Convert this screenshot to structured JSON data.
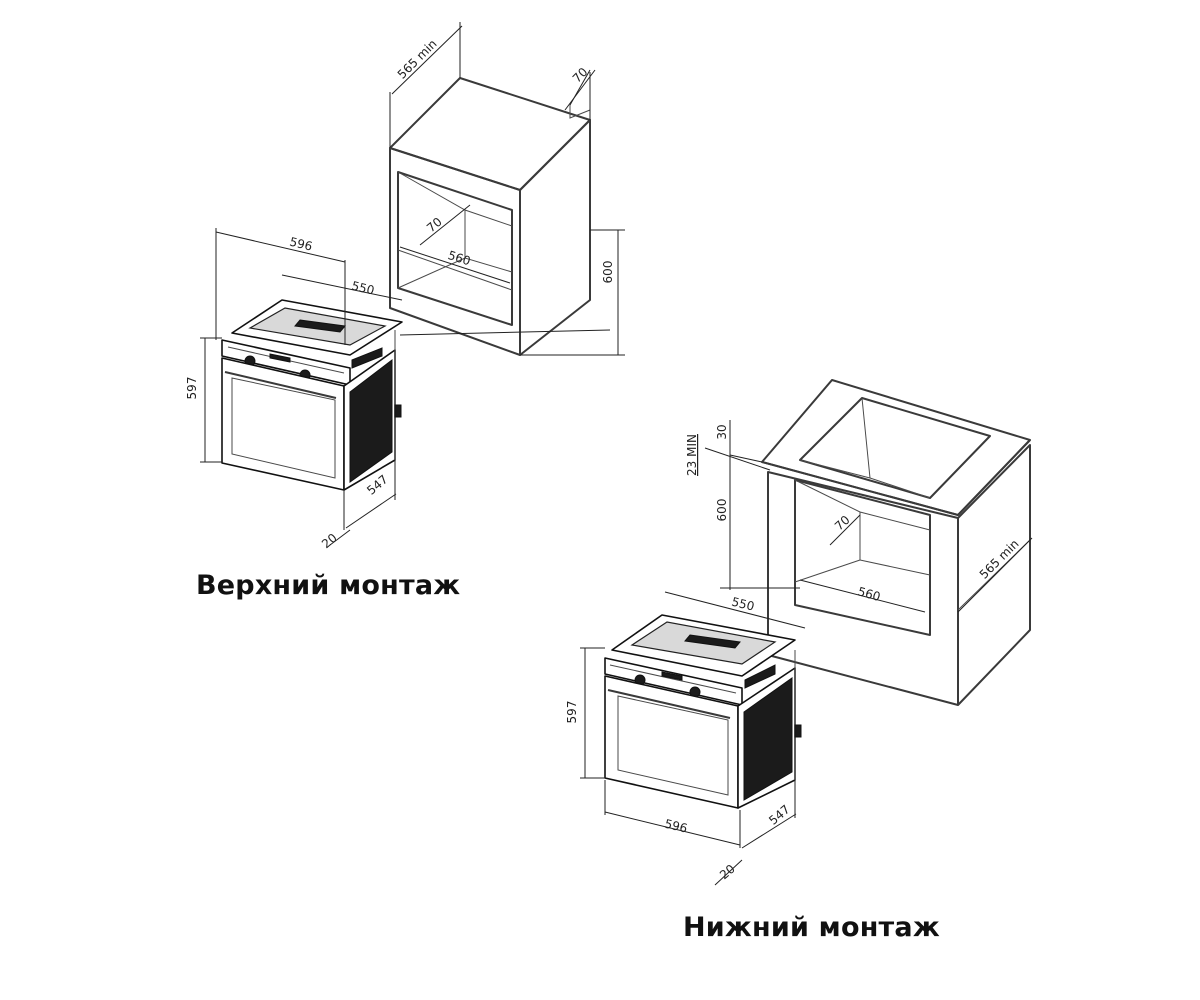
{
  "captions": {
    "top": "Верхний монтаж",
    "bottom": "Нижний монтаж"
  },
  "top_install": {
    "cabinet_depth": "565 min",
    "cabinet_back_gap": "70",
    "niche_depth": "70",
    "niche_width": "560",
    "niche_height": "600",
    "oven_width": "596",
    "oven_depth": "550",
    "oven_height": "597",
    "oven_body_depth": "547",
    "oven_front": "20"
  },
  "bottom_install": {
    "countertop_gap": "23 MIN",
    "countertop_thickness": "30",
    "niche_height": "600",
    "niche_depth": "70",
    "niche_width": "560",
    "cabinet_depth": "565 min",
    "oven_depth": "550",
    "oven_height": "597",
    "oven_width": "596",
    "oven_body_depth": "547",
    "oven_front": "20"
  }
}
